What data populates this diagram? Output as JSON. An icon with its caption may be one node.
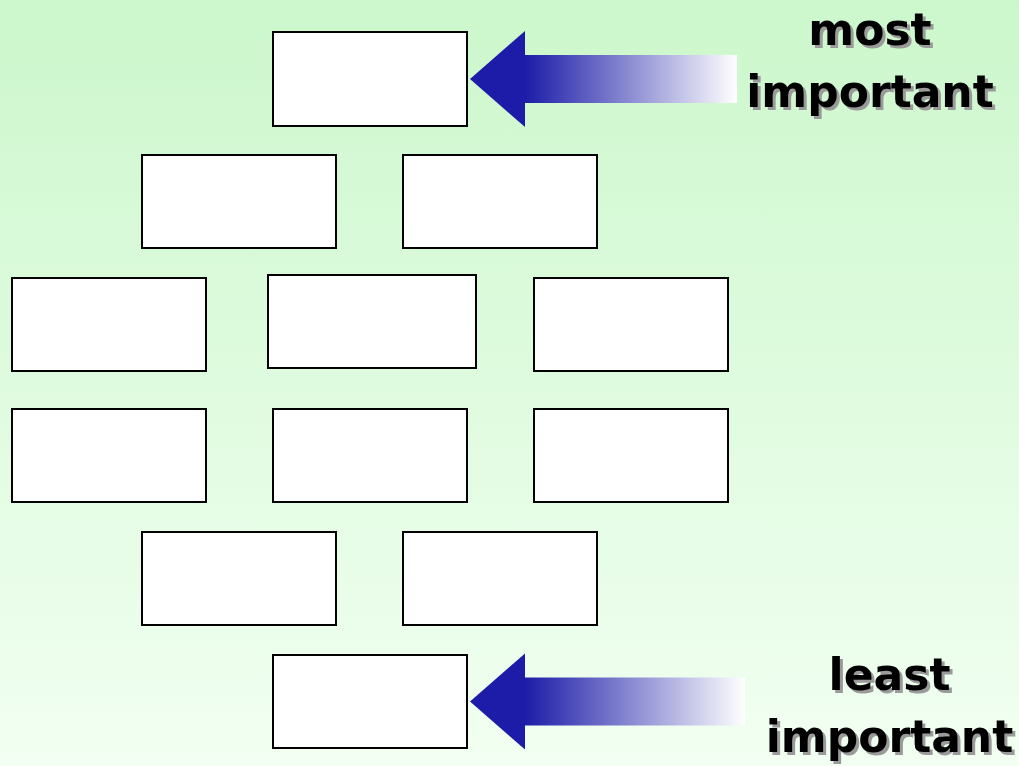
{
  "diagram": {
    "nodes": [
      {
        "text": [],
        "shape": "box"
      },
      {
        "text": [
          "most important"
        ]
      },
      {
        "text": [],
        "shape": "box"
      },
      {
        "text": [],
        "shape": "box"
      },
      {
        "text": [],
        "shape": "box"
      },
      {
        "text": [],
        "shape": "box"
      },
      {
        "text": [],
        "shape": "box"
      },
      {
        "text": [],
        "shape": "box"
      },
      {
        "text": [],
        "shape": "box"
      },
      {
        "text": [],
        "shape": "box"
      },
      {
        "text": [],
        "shape": "box"
      },
      {
        "text": [],
        "shape": "box"
      },
      {
        "text": [],
        "shape": "box"
      },
      {
        "text": [
          "least important"
        ]
      }
    ],
    "edges": [
      {
        "from": 1,
        "to": 0,
        "arrow": "to"
      },
      {
        "from": 13,
        "to": 12,
        "arrow": "to"
      }
    ]
  }
}
